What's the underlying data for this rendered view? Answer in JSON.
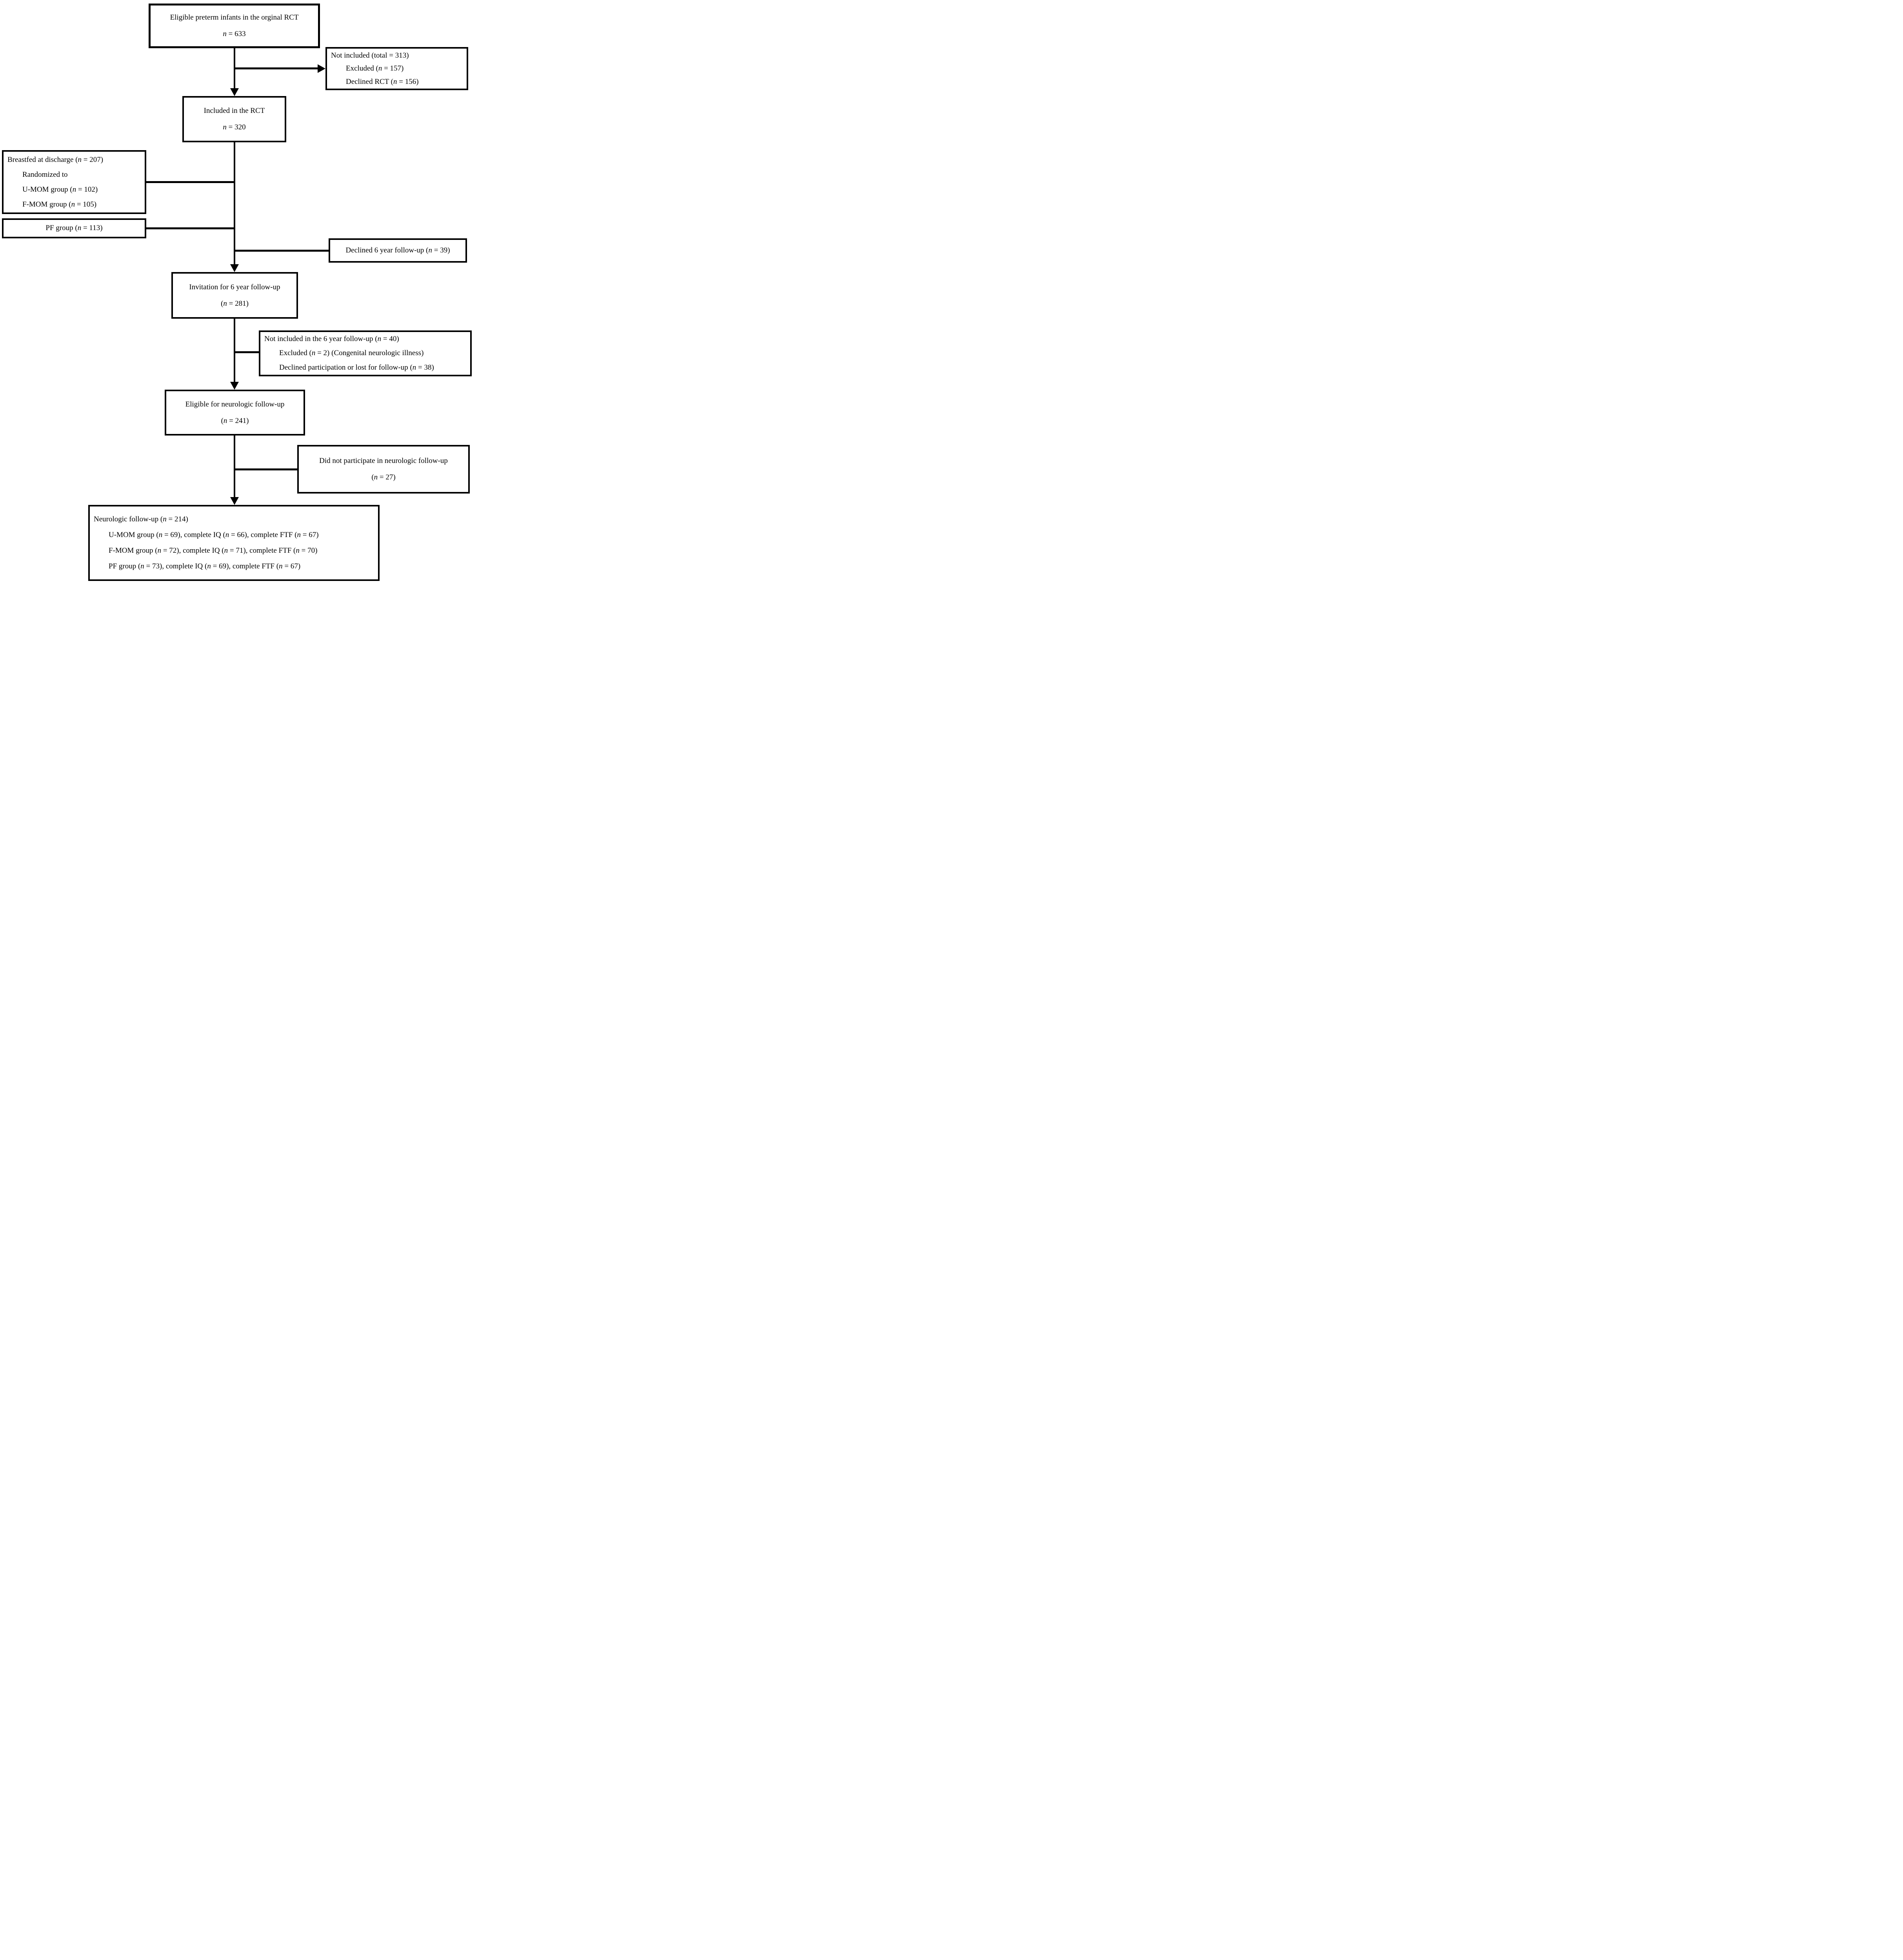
{
  "figure": {
    "type": "flowchart",
    "background_color": "#ffffff",
    "line_color": "#000000"
  },
  "boxes": {
    "eligible_rct": {
      "lines": [
        "Eligible preterm infants in the orginal RCT",
        "n = 633"
      ]
    },
    "not_included_rct": {
      "lines": [
        "Not included (total = 313)",
        "Excluded (n = 157)",
        "Declined RCT (n = 156)"
      ]
    },
    "included_rct": {
      "lines": [
        "Included in the RCT",
        "n = 320"
      ]
    },
    "breastfed": {
      "lines": [
        "Breastfed at discharge (n = 207)",
        "Randomized to",
        "U-MOM group (n = 102)",
        "F-MOM group (n = 105)"
      ]
    },
    "pf_group": {
      "lines": [
        "PF group (n = 113)"
      ]
    },
    "declined_followup": {
      "lines": [
        "Declined 6 year follow-up (n = 39)"
      ]
    },
    "invitation": {
      "lines": [
        "Invitation for 6 year follow-up",
        "(n = 281)"
      ]
    },
    "not_included_followup": {
      "lines": [
        "Not included in the 6 year follow-up (n = 40)",
        "Excluded (n = 2) (Congenital neurologic illness)",
        "Declined participation or lost for follow-up (n = 38)"
      ]
    },
    "eligible_neuro": {
      "lines": [
        "Eligible for neurologic follow-up",
        "(n = 241)"
      ]
    },
    "did_not_participate": {
      "lines": [
        "Did not participate in neurologic follow-up",
        "(n = 27)"
      ]
    },
    "neuro_followup": {
      "lines": [
        "Neurologic follow-up (n = 214)",
        "U-MOM group (n = 69), complete IQ (n = 66), complete FTF (n = 67)",
        "F-MOM group (n = 72), complete IQ (n = 71), complete FTF (n = 70)",
        "PF group (n = 73), complete IQ (n = 69), complete FTF (n = 67)"
      ]
    }
  }
}
